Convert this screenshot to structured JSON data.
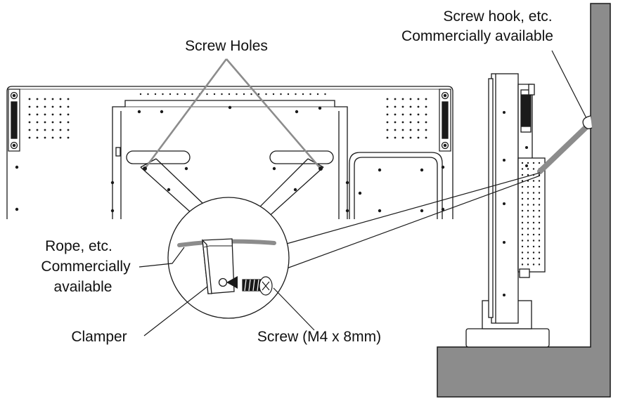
{
  "labels": {
    "screw_holes": "Screw Holes",
    "screw_hook_line1": "Screw hook, etc.",
    "screw_hook_line2": "Commercially available",
    "rope_line1": "Rope, etc.",
    "rope_line2": "Commercially",
    "rope_line3": "available",
    "clamper": "Clamper",
    "screw": "Screw (M4 x 8mm)"
  },
  "colors": {
    "outline": "#1a1a1a",
    "rope": "#8c8c8c",
    "wall": "#8c8c8c",
    "background": "#ffffff"
  }
}
